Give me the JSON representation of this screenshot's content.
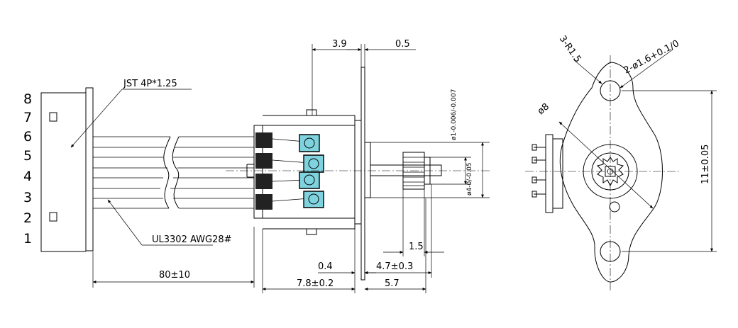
{
  "pin_numbers": [
    "8",
    "7",
    "6",
    "5",
    "4",
    "3",
    "2",
    "1"
  ],
  "labels": {
    "connector": "JST 4P*1.25",
    "wire": "UL3302 AWG28#",
    "lead_length": "80±10",
    "body_length": "7.8±0.2",
    "flange_thickness": "0.4",
    "dim_3_9": "3.9",
    "dim_0_5": "0.5",
    "shaft_dia": "ø1-0.006/-0.007",
    "gear_dia": "ø4-0/-0.05",
    "dim_1_5": "1.5",
    "dim_4_7": "4.7±0.3",
    "dim_5_7": "5.7",
    "radius": "3-R1.5",
    "holes": "2-ø1.6+0.1/0",
    "body_dia": "ø8",
    "mount_height": "11±0.05"
  },
  "colors": {
    "line": "#000000",
    "terminal": "#7fd3df"
  }
}
